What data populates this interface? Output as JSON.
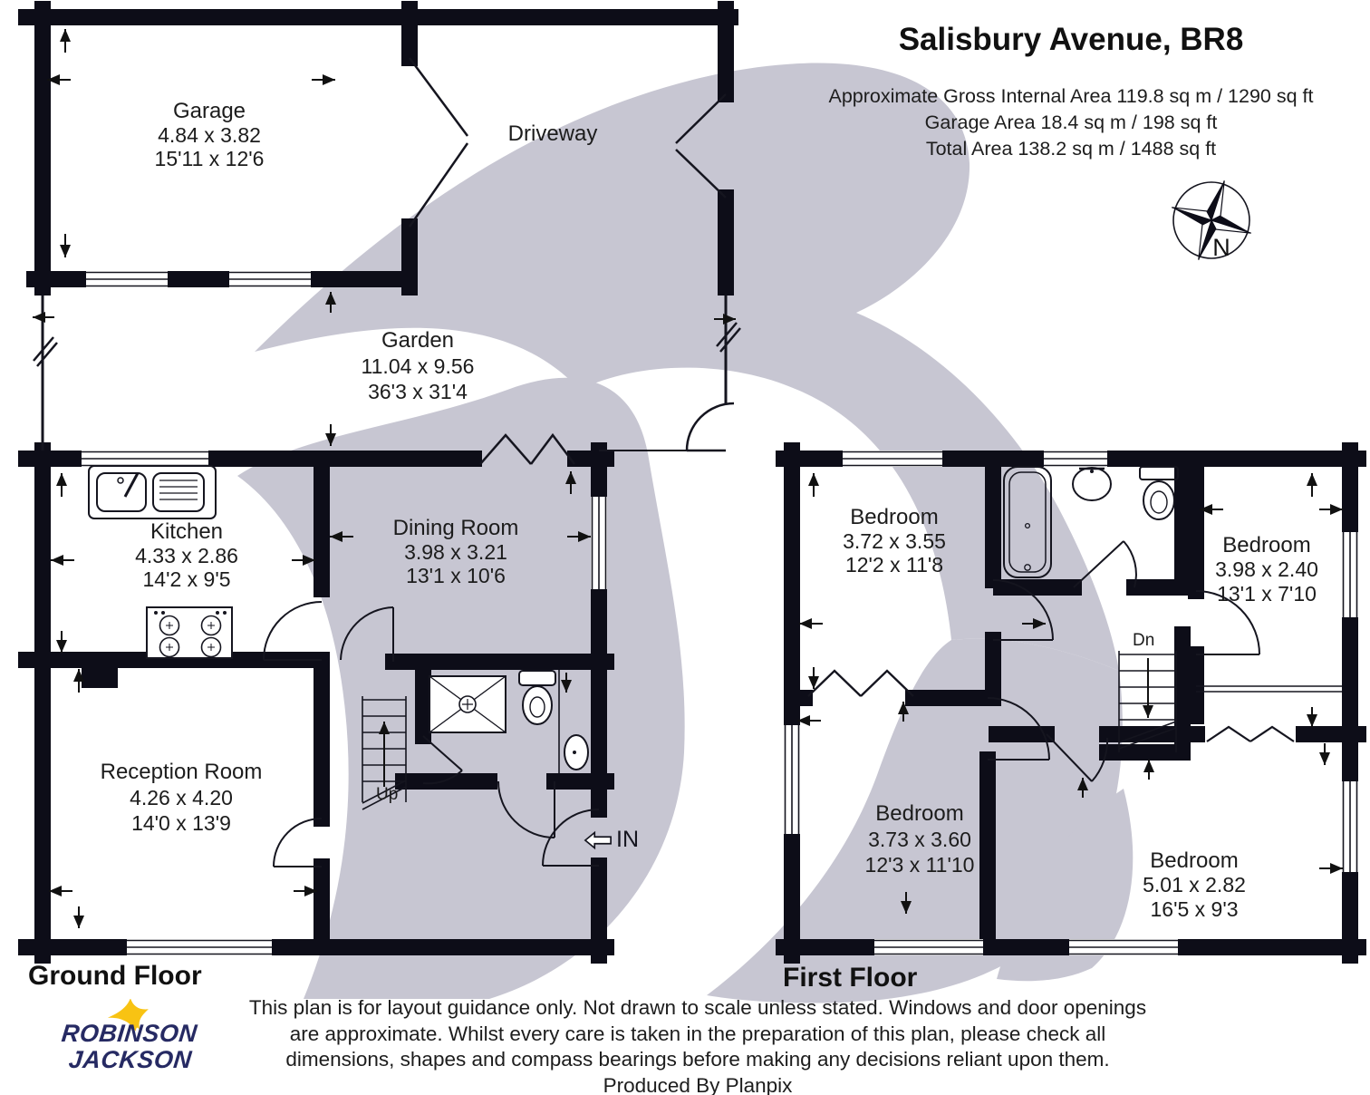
{
  "header": {
    "title": "Salisbury Avenue, BR8",
    "area_line1": "Approximate Gross Internal Area 119.8 sq m / 1290 sq ft",
    "area_line2": "Garage Area 18.4 sq m / 198 sq ft",
    "area_line3": "Total Area 138.2 sq m / 1488 sq ft"
  },
  "compass": {
    "north_label": "N"
  },
  "ground_floor": {
    "label": "Ground Floor",
    "garage": {
      "name": "Garage",
      "metric": "4.84 x 3.82",
      "imperial": "15'11 x 12'6"
    },
    "driveway": {
      "name": "Driveway"
    },
    "garden": {
      "name": "Garden",
      "metric": "11.04 x 9.56",
      "imperial": "36'3 x 31'4"
    },
    "kitchen": {
      "name": "Kitchen",
      "metric": "4.33 x 2.86",
      "imperial": "14'2 x 9'5"
    },
    "dining_room": {
      "name": "Dining Room",
      "metric": "3.98 x 3.21",
      "imperial": "13'1 x 10'6"
    },
    "reception_room": {
      "name": "Reception Room",
      "metric": "4.26 x 4.20",
      "imperial": "14'0 x 13'9"
    },
    "stairs_label": "Up",
    "entrance_label": "IN"
  },
  "first_floor": {
    "label": "First Floor",
    "bedroom_top_left": {
      "name": "Bedroom",
      "metric": "3.72 x 3.55",
      "imperial": "12'2 x 11'8"
    },
    "bedroom_top_right": {
      "name": "Bedroom",
      "metric": "3.98 x 2.40",
      "imperial": "13'1 x 7'10"
    },
    "bedroom_bottom_left": {
      "name": "Bedroom",
      "metric": "3.73 x 3.60",
      "imperial": "12'3 x 11'10"
    },
    "bedroom_bottom_right": {
      "name": "Bedroom",
      "metric": "5.01 x 2.82",
      "imperial": "16'5 x 9'3"
    },
    "stairs_label": "Dn"
  },
  "footer": {
    "disclaimer_line1": "This plan is for layout guidance only. Not drawn to scale unless stated. Windows and door openings",
    "disclaimer_line2": "are approximate. Whilst every care is taken in the preparation of this plan, please check all",
    "disclaimer_line3": "dimensions, shapes and compass bearings before making any decisions reliant upon them.",
    "disclaimer_line4": "Produced By Planpix",
    "logo_line1": "ROBINSON",
    "logo_line2": "JACKSON"
  },
  "colors": {
    "wall": "#0d0d18",
    "thin_line": "#15151f",
    "watermark": "#c7c6d2",
    "logo_navy": "#262a63",
    "logo_yellow": "#f8c313"
  }
}
